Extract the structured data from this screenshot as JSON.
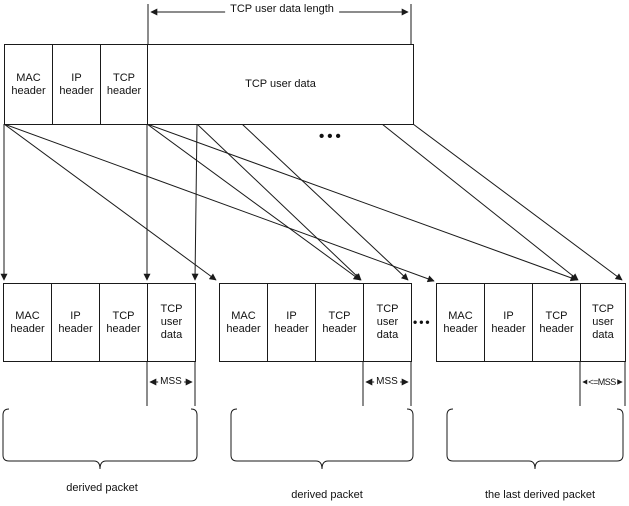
{
  "annotations": {
    "tcp_user_data_length": "TCP user data length",
    "ellipsis_top": "•••",
    "ellipsis_middle": "•••"
  },
  "original_packet": {
    "cells": [
      "MAC\nheader",
      "IP\nheader",
      "TCP\nheader",
      "TCP user data"
    ]
  },
  "derived_packets": [
    {
      "cells": [
        "MAC\nheader",
        "IP\nheader",
        "TCP\nheader",
        "TCP\nuser\ndata"
      ],
      "mss_label": "MSS",
      "brace_label": "derived packet"
    },
    {
      "cells": [
        "MAC\nheader",
        "IP\nheader",
        "TCP\nheader",
        "TCP\nuser\ndata"
      ],
      "mss_label": "MSS",
      "brace_label": "derived packet"
    },
    {
      "cells": [
        "MAC\nheader",
        "IP\nheader",
        "TCP\nheader",
        "TCP\nuser\ndata"
      ],
      "mss_label": "<=MSS",
      "brace_label": "the last derived packet"
    }
  ],
  "colors": {
    "line": "#1a1a1a",
    "background": "#ffffff"
  }
}
